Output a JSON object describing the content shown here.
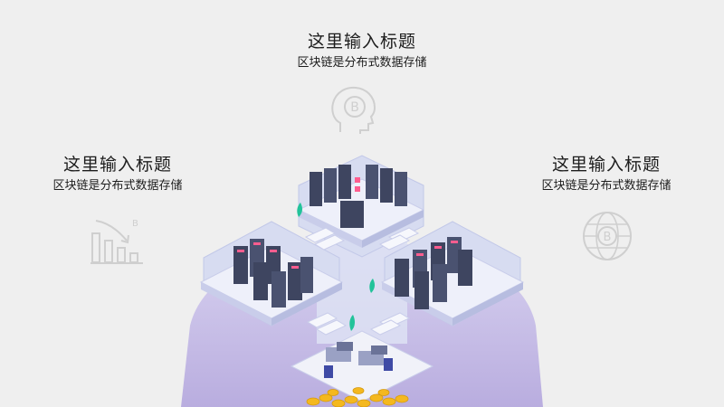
{
  "blocks": {
    "top": {
      "title": "这里输入标题",
      "subtitle": "区块链是分布式数据存储"
    },
    "left": {
      "title": "这里输入标题",
      "subtitle": "区块链是分布式数据存储"
    },
    "right": {
      "title": "这里输入标题",
      "subtitle": "区块链是分布式数据存储"
    }
  },
  "icons": {
    "top": "head-bitcoin-icon",
    "left": "falling-bar-chart-icon",
    "right": "globe-bitcoin-icon"
  },
  "colors": {
    "background": "#efefef",
    "platform": "#e6e8f6",
    "glass": "#cfd5ef",
    "lavender_base": "#cfc7ec",
    "server": "#3e4560",
    "server_light": "#59617f",
    "accent_pink": "#ff5d8f",
    "plant_green": "#22c39a",
    "gold": "#f4b81f",
    "icon_grey": "#cfcfcf"
  }
}
